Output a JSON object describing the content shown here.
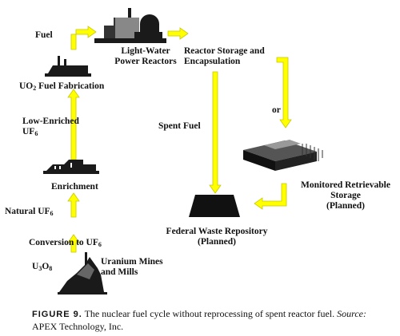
{
  "labels": {
    "fuel": "Fuel",
    "reactors_1": "Light-Water",
    "reactors_2": "Power Reactors",
    "storage_1": "Reactor Storage and",
    "storage_2": "Encapsulation",
    "fabrication_pre": "UO",
    "fabrication_sub": "2",
    "fabrication_post": " Fuel Fabrication",
    "low_enriched_1": "Low-Enriched",
    "low_enriched_uf": "UF",
    "low_enriched_sub": "6",
    "or": "or",
    "spent_fuel": "Spent Fuel",
    "enrichment": "Enrichment",
    "mrs_1": "Monitored Retrievable",
    "mrs_2": "Storage",
    "mrs_3": "(Planned)",
    "natural_pre": "Natural UF",
    "natural_sub": "6",
    "repository_1": "Federal Waste Repository",
    "repository_2": "(Planned)",
    "conversion_pre": "Conversion to UF",
    "conversion_sub": "6",
    "u3o8_a": "U",
    "u3o8_sub1": "3",
    "u3o8_b": "O",
    "u3o8_sub2": "8",
    "mines_1": "Uranium Mines",
    "mines_2": "and Mills"
  },
  "caption": {
    "figure_label": "FIGURE 9.",
    "text_1": " The nuclear fuel cycle without reprocessing of spent reactor fuel. ",
    "source_label": "Source:",
    "source_text": " APEX Technology, Inc."
  },
  "colors": {
    "arrow": "#ffff00",
    "arrow_edge": "#c8c800",
    "ink": "#1a1a1a"
  }
}
